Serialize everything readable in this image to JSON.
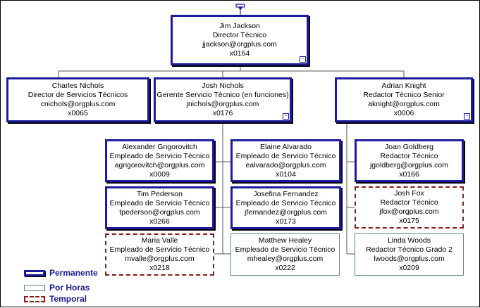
{
  "nodes": {
    "jim": {
      "name": "Jim  Jackson",
      "title": "Director Técnico",
      "email": "jjackson@orgplus.com",
      "ext": "x0164"
    },
    "charles": {
      "name": "Charles  Nichols",
      "title": "Director de Servicios Técnicos",
      "email": "cnichols@orgplus.com",
      "ext": "x0065"
    },
    "josh_n": {
      "name": "Josh  Nichols",
      "title": "Gerente Servicio Técnico (en funciones)",
      "email": "jnichols@orgplus.com",
      "ext": "x0176"
    },
    "adrian": {
      "name": "Adrian  Knight",
      "title": "Redactor Técnico Senior",
      "email": "aknight@orgplus.com",
      "ext": "x0006"
    },
    "alexander": {
      "name": "Alexander  Grigorovitch",
      "title": "Empleado de Servicio Técnico",
      "email": "agrigorovitch@orgplus.com",
      "ext": "x0009"
    },
    "elaine": {
      "name": "Elaine  Alvarado",
      "title": "Empleado de Servicio Técnico",
      "email": "ealvarado@orgplus.com",
      "ext": "x0104"
    },
    "joan": {
      "name": "Joan  Goldberg",
      "title": "Redactor Técnico",
      "email": "jgoldberg@orgplus.com",
      "ext": "x0166"
    },
    "tim": {
      "name": "Tim  Pederson",
      "title": "Empleado de Servicio Técnico",
      "email": "tpederson@orgplus.com",
      "ext": "x0266"
    },
    "josefina": {
      "name": "Josefina  Fernandez",
      "title": "Empleado de Servicio Técnico",
      "email": "jfernandez@orgplus.com",
      "ext": "x0173"
    },
    "josh_f": {
      "name": "Josh  Fox",
      "title": "Redactor Técnico",
      "email": "jfox@orgplus.com",
      "ext": "x0175"
    },
    "maria": {
      "name": "Maria  Valle",
      "title": "Empleado de Servicio Técnico",
      "email": "mvalle@orgplus.com",
      "ext": "x0218"
    },
    "matthew": {
      "name": "Matthew  Healey",
      "title": "Empleado de Servicio Técnico",
      "email": "mhealey@orgplus.com",
      "ext": "x0222"
    },
    "linda": {
      "name": "Linda  Woods",
      "title": "Redactor Técnico Grado 2",
      "email": "lwoods@orgplus.com",
      "ext": "x0209"
    }
  },
  "legend": {
    "permanente": "Permanente",
    "por_horas": "Por Horas",
    "temporal": "Temporal"
  },
  "colors": {
    "permanente_border": "#1c1c9c",
    "por_horas_border": "#5e8a76",
    "temporal_border": "#8b1a1a",
    "legend_text": "#1a1a8c"
  },
  "icons": {
    "collapse": "collapse-icon",
    "top_handle": "org-handle-icon"
  },
  "collapse_glyph": "−"
}
